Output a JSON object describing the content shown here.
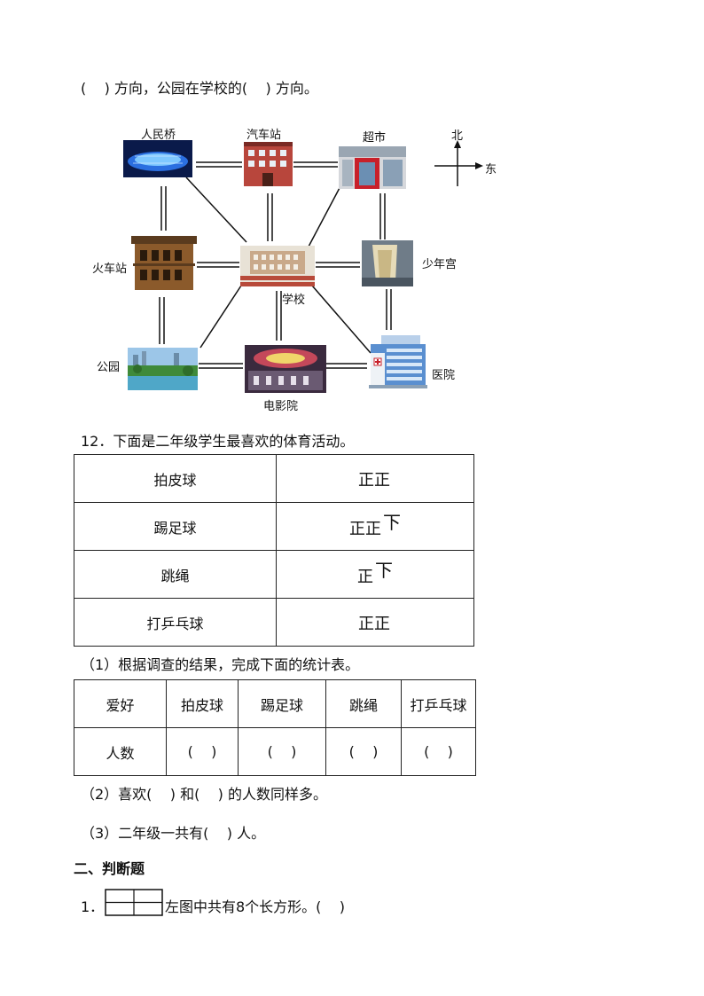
{
  "top_line": "(    ) 方向，公园在学校的(    ) 方向。",
  "map": {
    "compass": {
      "north": "北",
      "east": "东"
    },
    "places": {
      "renminqiao": "人民桥",
      "qichezhan": "汽车站",
      "chaoshi": "超市",
      "huochezhan": "火车站",
      "xuexiao": "学校",
      "shaoniangong": "少年宫",
      "gongyuan": "公园",
      "dianyingyuan": "电影院",
      "yiyuan": "医院"
    },
    "hospital_sign": "医院"
  },
  "q12": {
    "title": "12．下面是二年级学生最喜欢的体育活动。",
    "tally_rows": [
      {
        "activity": "拍皮球",
        "tally": "正正",
        "partial": ""
      },
      {
        "activity": "踢足球",
        "tally": "正正",
        "partial": "下"
      },
      {
        "activity": "跳绳",
        "tally": "正",
        "partial": "下"
      },
      {
        "activity": "打乒乓球",
        "tally": "正正",
        "partial": ""
      }
    ],
    "sub1": "（1）根据调查的结果，完成下面的统计表。",
    "stats_table": {
      "header": [
        "爱好",
        "拍皮球",
        "踢足球",
        "跳绳",
        "打乒乓球"
      ],
      "row": [
        "人数",
        "(    )",
        "(    )",
        "(    )",
        "(    )"
      ]
    },
    "sub2": "（2）喜欢(    ) 和(    ) 的人数同样多。",
    "sub3": "（3）二年级一共有(    ) 人。"
  },
  "section2": {
    "title": "二、判断题",
    "q1_num": "1．",
    "q1_text": "左图中共有8个长方形。(    )"
  }
}
